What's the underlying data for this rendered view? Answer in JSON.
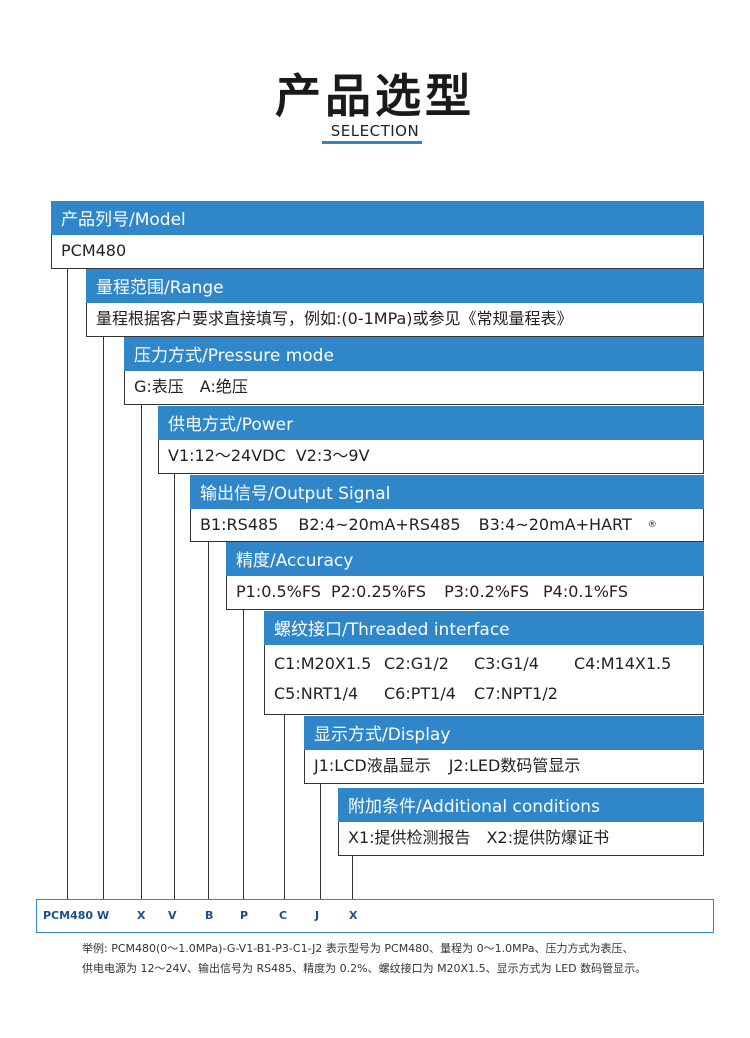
{
  "header": {
    "title": "产品选型",
    "subtitle": "SELECTION"
  },
  "sections": [
    {
      "head": "产品列号/Model",
      "lines": [
        [
          "PCM480"
        ]
      ]
    },
    {
      "head": "量程范围/Range",
      "lines": [
        [
          "量程根据客户要求直接填写，例如:(0-1MPa)或参见《常规量程表》"
        ]
      ]
    },
    {
      "head": "压力方式/Pressure mode",
      "lines": [
        [
          "G:表压",
          "A:绝压"
        ]
      ]
    },
    {
      "head": "供电方式/Power",
      "lines": [
        [
          "V1:12～24VDC",
          "V2:3～9V"
        ]
      ]
    },
    {
      "head": "输出信号/Output Signal",
      "lines": [
        [
          "B1:RS485",
          "B2:4~20mA+RS485",
          "B3:4~20mA+HART"
        ]
      ]
    },
    {
      "head": "精度/Accuracy",
      "lines": [
        [
          "P1:0.5%FS",
          "P2:0.25%FS",
          "P3:0.2%FS",
          "P4:0.1%FS"
        ]
      ]
    },
    {
      "head": "螺纹接口/Threaded interface",
      "lines": [
        [
          "C1:M20X1.5",
          "C2:G1/2",
          "C3:G1/4",
          "C4:M14X1.5"
        ],
        [
          "C5:NRT1/4",
          "C6:PT1/4",
          "C7:NPT1/2"
        ]
      ]
    },
    {
      "head": "显示方式/Display",
      "lines": [
        [
          "J1:LCD液晶显示",
          "J2:LED数码管显示"
        ]
      ]
    },
    {
      "head": "附加条件/Additional conditions",
      "lines": [
        [
          "X1:提供检测报告",
          "X2:提供防爆证书"
        ]
      ]
    }
  ],
  "hart_mark": "®",
  "model_codes": [
    "PCM480",
    "W",
    "X",
    "V",
    "B",
    "P",
    "C",
    "J",
    "X"
  ],
  "note": {
    "line1": "举例:   PCM480(0～1.0MPa)-G-V1-B1-P3-C1-J2 表示型号为 PCM480、量程为 0～1.0MPa、压力方式为表压、",
    "line2": "供电电源为 12～24V、输出信号为 RS485、精度为 0.2%、螺纹接口为 M20X1.5、显示方式为 LED 数码管显示。"
  },
  "colors": {
    "accent": "#2f86c9",
    "code_text": "#1a4f8a"
  }
}
